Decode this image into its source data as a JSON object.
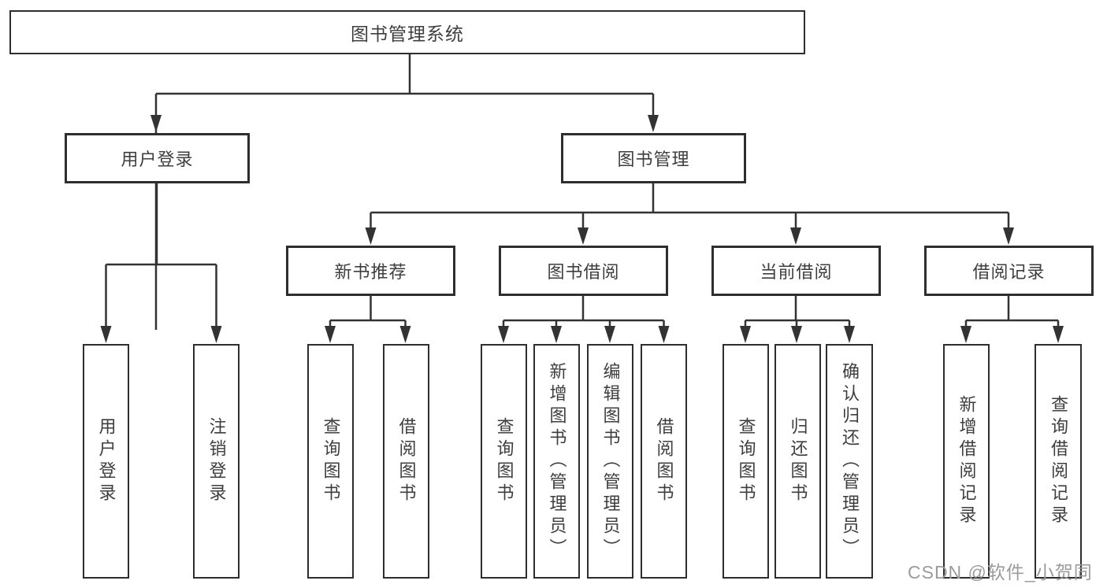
{
  "watermark": "CSDN @软件_小贺同学",
  "colors": {
    "background": "#ffffff",
    "box_border": "#2e2e2e",
    "connector_line": "#333333",
    "text": "#3e3e3e",
    "watermark_text": "#9b9b9b"
  },
  "tree": {
    "root": {
      "label": "图书管理系统"
    },
    "level2": [
      {
        "label": "用户登录",
        "children": [
          {
            "label": "用户登录"
          },
          {
            "label": "注销登录"
          }
        ]
      },
      {
        "label": "图书管理",
        "sections": [
          {
            "label": "新书推荐",
            "children": [
              {
                "label": "查询图书"
              },
              {
                "label": "借阅图书"
              }
            ]
          },
          {
            "label": "图书借阅",
            "children": [
              {
                "label": "查询图书"
              },
              {
                "label": "新增图书（管理员）"
              },
              {
                "label": "编辑图书（管理员）"
              },
              {
                "label": "借阅图书"
              }
            ]
          },
          {
            "label": "当前借阅",
            "children": [
              {
                "label": "查询图书"
              },
              {
                "label": "归还图书"
              },
              {
                "label": "确认归还（管理员）"
              }
            ]
          },
          {
            "label": "借阅记录",
            "children": [
              {
                "label": "新增借阅记录"
              },
              {
                "label": "查询借阅记录"
              }
            ]
          }
        ]
      }
    ]
  }
}
